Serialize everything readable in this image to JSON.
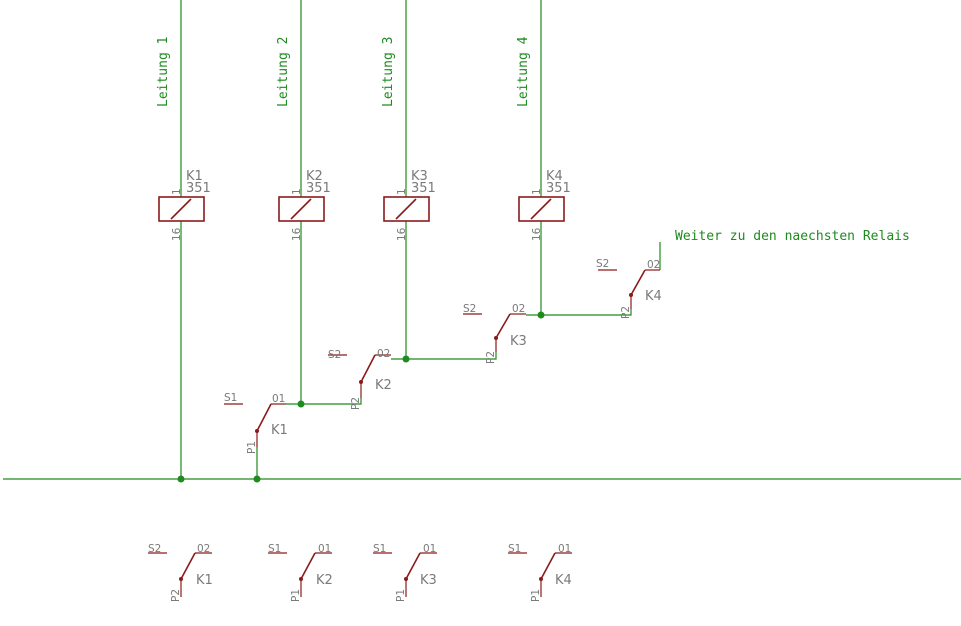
{
  "lines": [
    "Leitung 1",
    "Leitung 2",
    "Leitung 3",
    "Leitung 4"
  ],
  "relays": [
    {
      "name": "K1",
      "value": "351",
      "pin_top": "1",
      "pin_bottom": "16"
    },
    {
      "name": "K2",
      "value": "351",
      "pin_top": "1",
      "pin_bottom": "16"
    },
    {
      "name": "K3",
      "value": "351",
      "pin_top": "1",
      "pin_bottom": "16"
    },
    {
      "name": "K4",
      "value": "351",
      "pin_top": "1",
      "pin_bottom": "16"
    }
  ],
  "contacts": [
    {
      "name": "K1",
      "left": "S1",
      "right": "01",
      "bottom": "P1"
    },
    {
      "name": "K2",
      "left": "S2",
      "right": "02",
      "bottom": "P2"
    },
    {
      "name": "K3",
      "left": "S2",
      "right": "02",
      "bottom": "P2"
    },
    {
      "name": "K4",
      "left": "S2",
      "right": "02",
      "bottom": "P2"
    }
  ],
  "spare_contacts": [
    {
      "name": "K1",
      "left": "S2",
      "right": "02",
      "bottom": "P2"
    },
    {
      "name": "K2",
      "left": "S1",
      "right": "01",
      "bottom": "P1"
    },
    {
      "name": "K3",
      "left": "S1",
      "right": "01",
      "bottom": "P1"
    },
    {
      "name": "K4",
      "left": "S1",
      "right": "01",
      "bottom": "P1"
    }
  ],
  "note": "Weiter zu den naechsten Relais",
  "colors": {
    "wire": "#1f8a1f",
    "symbol": "#8b1a1a",
    "label": "#7a7a7a",
    "background": "#ffffff"
  }
}
